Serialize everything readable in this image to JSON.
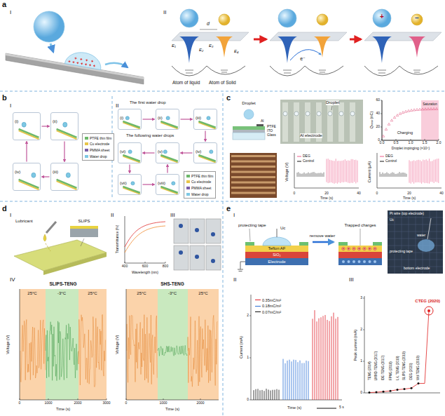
{
  "diagram": {
    "nodes": [
      {
        "text": [
          "(i)"
        ]
      },
      {
        "text": [
          "(ii)"
        ]
      },
      {
        "text": [
          "(iii)"
        ]
      },
      {
        "text": [
          "(iv)"
        ]
      },
      {
        "text": [
          "(i)"
        ]
      },
      {
        "text": [
          "(ii)"
        ]
      },
      {
        "text": [
          "(iii)"
        ]
      },
      {
        "text": [
          "(iv)"
        ]
      },
      {
        "text": [
          "(v)"
        ]
      },
      {
        "text": [
          "(vi)"
        ]
      },
      {
        "text": [
          "(vii)"
        ]
      },
      {
        "text": [
          "(viii)"
        ]
      }
    ],
    "edges": [
      {
        "from": 0,
        "to": 1,
        "arrow": "to"
      },
      {
        "from": 1,
        "to": 2,
        "arrow": "to"
      },
      {
        "from": 2,
        "to": 3,
        "arrow": "to"
      },
      {
        "from": 3,
        "to": 0,
        "arrow": "to"
      },
      {
        "from": 4,
        "to": 5,
        "arrow": "to"
      },
      {
        "from": 5,
        "to": 6,
        "arrow": "to"
      },
      {
        "from": 6,
        "to": 7,
        "arrow": "to"
      },
      {
        "from": 7,
        "to": 8,
        "arrow": "to"
      },
      {
        "from": 8,
        "to": 9,
        "arrow": "to"
      },
      {
        "from": 9,
        "to": 10,
        "arrow": "to"
      },
      {
        "from": 10,
        "to": 11,
        "arrow": "to"
      },
      {
        "from": 11,
        "to": 8,
        "arrow": "to"
      }
    ],
    "labels": [
      "a",
      "I",
      "II",
      "d",
      "E₁",
      "E₂",
      "E₃",
      "E₄",
      "e⁻",
      "+",
      "−",
      "Atom of liquid",
      "Atom of Solid",
      "b",
      "I",
      "II",
      "The first water drop",
      "The following water drops",
      "c",
      "Droplet",
      "PTFE",
      "ITO",
      "Glass",
      "Al",
      "Droplet",
      "Al electrode",
      "Charging",
      "Saturation",
      "Qₜₒₜₐₗ (nC)",
      "Droplet impinging (×10⁴)",
      "0",
      "20",
      "40",
      "60",
      "0.0",
      "0.5",
      "1.0",
      "1.5",
      "2.0",
      "DEG",
      "Control",
      "Voltage (V)",
      "Time (s)",
      "0",
      "20",
      "40",
      "DEG",
      "Control",
      "Current (μA)",
      "Time (s)",
      "0",
      "20",
      "40",
      "d",
      "I",
      "Lubricant",
      "SLIPS",
      "II",
      "Transmittance (%)",
      "Wavelength (nm)",
      "400",
      "600",
      "800",
      "III",
      "IV",
      "SLIPS-TENG",
      "25°C",
      "-3°C",
      "25°C",
      "Voltage (V)",
      "Time (s)",
      "0",
      "1000",
      "2000",
      "3000",
      "SHS-TENG",
      "25°C",
      "-3°C",
      "25°C",
      "Voltage (V)",
      "Time (s)",
      "0",
      "1000",
      "2000",
      "e",
      "I",
      "protecting tape",
      "Uc",
      "remove water",
      "Trapped charges",
      "Teflon AF",
      "SiO₂",
      "Electrode",
      "Pt wire (top electrode)",
      "water",
      "protecting tape",
      "bottom electrode",
      "Uc",
      "II",
      "Current (mA)",
      "Time (s)",
      "0",
      "1",
      "2",
      "5 s",
      "III",
      "Peak current (mA)",
      "0",
      "1",
      "2",
      "3",
      "TENG (2014)",
      "LMMD-TENG (2017)",
      "IDE-TENG (2017)",
      "FPNG (2019)",
      "L-L TENG (2019)",
      "SLIPS-TENG (2019)",
      "DEG (2020)",
      "Wd-TENG (2019)",
      "CTEG (2020)"
    ],
    "legend": [
      {
        "text": "PTFE thin film",
        "color": "#6db86a"
      },
      {
        "text": "Cu electrode",
        "color": "#e8c548"
      },
      {
        "text": "PMMA sheet",
        "color": "#7b5ea7"
      },
      {
        "text": "Water drop",
        "color": "#7ec8e3"
      },
      {
        "text": "PTFE thin film",
        "color": "#6db86a"
      },
      {
        "text": "Cu electrode",
        "color": "#e8c548"
      },
      {
        "text": "PMMA sheet",
        "color": "#7b5ea7"
      },
      {
        "text": "Water drop",
        "color": "#7ec8e3"
      },
      {
        "text": "0.35mC/m²"
      },
      {
        "text": "0.18mC/m²"
      },
      {
        "text": "0.07mC/m²"
      }
    ]
  }
}
